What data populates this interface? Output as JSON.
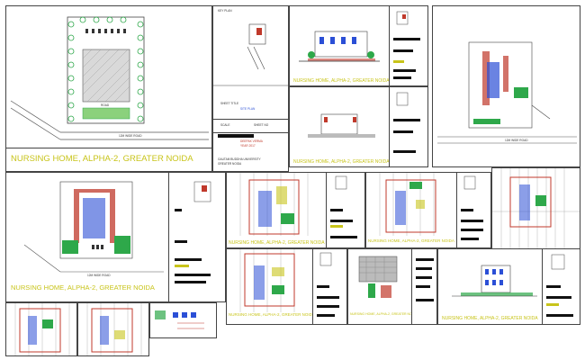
{
  "sheets": {
    "site_plan_main": {
      "title": "NURSING HOME, ALPHA-2, GREATER NOIDA",
      "road_label": "12M WIDE ROAD",
      "road_label_2": "ROAD"
    },
    "key_plan": {
      "heading": "KEY PLAN",
      "sheet_title_label": "SHEET TITLE",
      "sheet_title_value": "SITE PLAN",
      "scale_label": "SCALE",
      "sheet_no_label": "SHEET NO",
      "designer": "DEEPAK VERMA",
      "year": "YEAR 2017",
      "university": "GAUTAM BUDDHA UNIVERSITY",
      "city": "GREATER NOIDA"
    },
    "elevation_top": {
      "title": "NURSING HOME, ALPHA-2, GREATER NOIDA"
    },
    "section_mid": {
      "title": "NURSING HOME, ALPHA-2, GREATER NOIDA"
    },
    "site_plan_2": {
      "title": "NURSING HOME, ALPHA-2, GREATER NOIDA",
      "road_label": "12M WIDE ROAD"
    },
    "ground_floor": {
      "title": "NURSING HOME, ALPHA-2, GREATER NOIDA"
    },
    "first_floor": {
      "title": "NURSING HOME, ALPHA-2, GREATER NOIDA"
    },
    "second_floor": {
      "title": "NURSING HOME, ALPHA-2, GREATER NOIDA"
    },
    "roof_plan": {
      "title": "NURSING HOME, ALPHA-2, GREATER NOIDA"
    },
    "front_elevation": {
      "title": "NURSING HOME, ALPHA-2, GREATER NOIDA"
    },
    "right_site": {
      "road_label": "12M WIDE ROAD"
    }
  },
  "colors": {
    "title": "#c8c41a",
    "wall": "#c0392b",
    "green": "#2ea84a",
    "blue": "#2b4fd6",
    "grid": "#888888"
  }
}
